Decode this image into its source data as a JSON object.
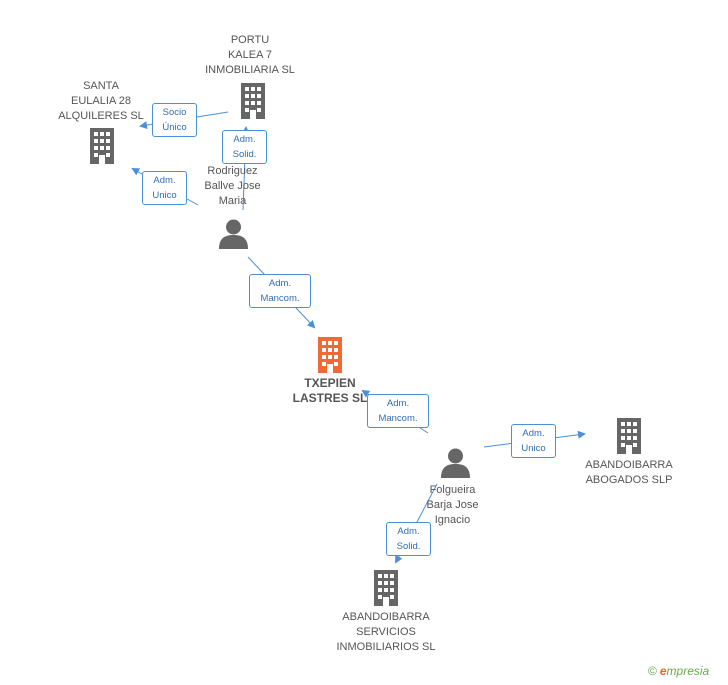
{
  "nodes": {
    "portu": "PORTU\nKALEA 7\nINMOBILIARIA SL",
    "santa": "SANTA\nEULALIA 28\nALQUILERES  SL",
    "rodriguez": "Rodriguez\nBallve Jose\nMaria",
    "txepien": "TXEPIEN\nLASTRES SL",
    "folgueira": "Folgueira\nBarja Jose\nIgnacio",
    "abogados": "ABANDOIBARRA\nABOGADOS SLP",
    "servicios": "ABANDOIBARRA\nSERVICIOS\nINMOBILIARIOS SL"
  },
  "relations": {
    "socio_unico": "Socio\nÚnico",
    "adm_solid_1": "Adm.\nSolid.",
    "adm_unico_1": "Adm.\nUnico",
    "adm_mancom_1": "Adm.\nMancom.",
    "adm_mancom_2": "Adm.\nMancom.",
    "adm_unico_2": "Adm.\nUnico",
    "adm_solid_2": "Adm.\nSolid."
  },
  "colors": {
    "building": "#666666",
    "main_building": "#f06a35",
    "person": "#666666",
    "edge": "#4a90d9"
  },
  "brand": {
    "copyright": "©",
    "name_first": "e",
    "name_rest": "mpresia"
  }
}
